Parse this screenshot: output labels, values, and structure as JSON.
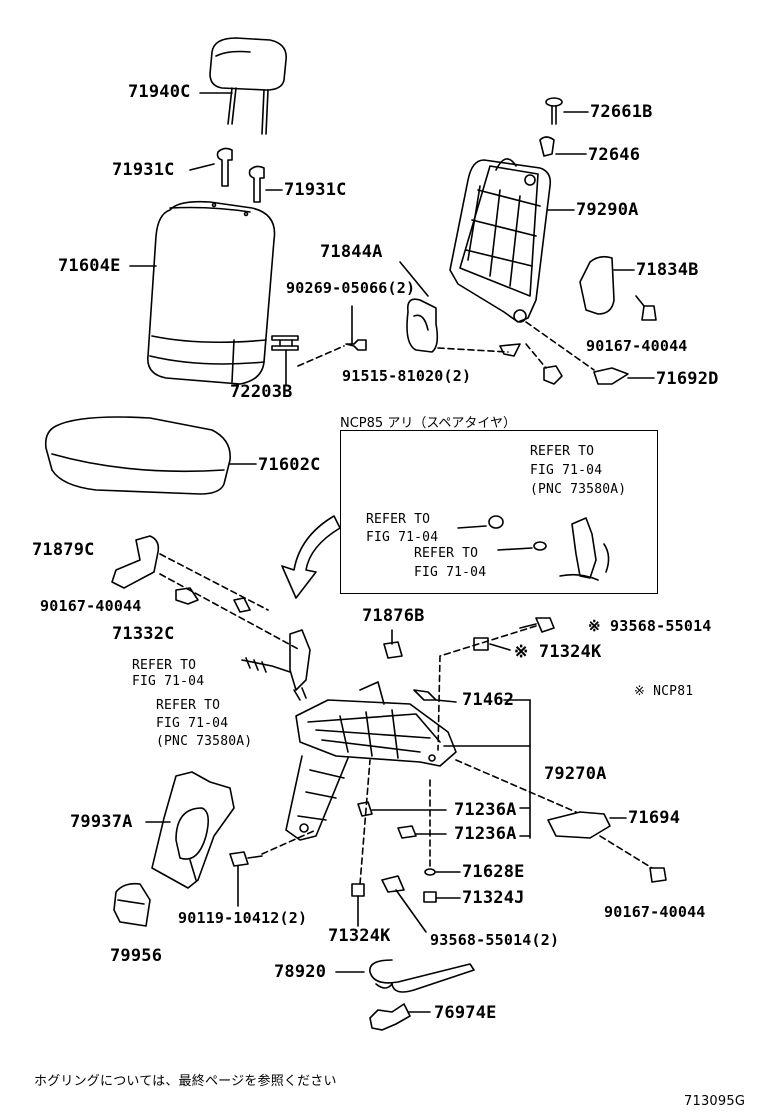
{
  "labels": {
    "p71940C": "71940C",
    "p72661B": "72661B",
    "p72646": "72646",
    "p71931C_1": "71931C",
    "p71931C_2": "71931C",
    "p79290A": "79290A",
    "p71604E": "71604E",
    "p71844A": "71844A",
    "p71834B": "71834B",
    "p90269": "90269-05066(2)",
    "p90167_1": "90167-40044",
    "p72203B": "72203B",
    "p91515": "91515-81020(2)",
    "p71692D": "71692D",
    "p71602C": "71602C",
    "p71879C": "71879C",
    "p90167_2": "90167-40044",
    "p71332C": "71332C",
    "p71876B": "71876B",
    "p93568_1": "※ 93568-55014",
    "p71324K_1": "※ 71324K",
    "p71462": "71462",
    "p79270A": "79270A",
    "p79937A": "79937A",
    "p71236A_1": "71236A",
    "p71236A_2": "71236A",
    "p71694": "71694",
    "p71628E": "71628E",
    "p71324J": "71324J",
    "p90167_3": "90167-40044",
    "p90119": "90119-10412(2)",
    "p71324K_2": "71324K",
    "p93568_2": "93568-55014(2)",
    "p79956": "79956",
    "p78920": "78920",
    "p76974E": "76974E"
  },
  "refs": {
    "box_title": "NCP85 アリ（スペアタイヤ）",
    "box_ref1_line1": "REFER TO",
    "box_ref1_line2": "FIG 71-04",
    "box_ref1_line3": "(PNC 73580A)",
    "box_ref2_line1": "REFER TO",
    "box_ref2_line2": "FIG 71-04",
    "box_ref3_line1": "REFER TO",
    "box_ref3_line2": "FIG 71-04",
    "left_ref1_line1": "REFER TO",
    "left_ref1_line2": "FIG 71-04",
    "left_ref2_line1": "REFER TO",
    "left_ref2_line2": "FIG 71-04",
    "left_ref2_line3": "(PNC 73580A)",
    "ncp81_note": "※ NCP81"
  },
  "footer": {
    "note": "ホグリングについては、最終ページを参照ください",
    "code": "713095G"
  }
}
